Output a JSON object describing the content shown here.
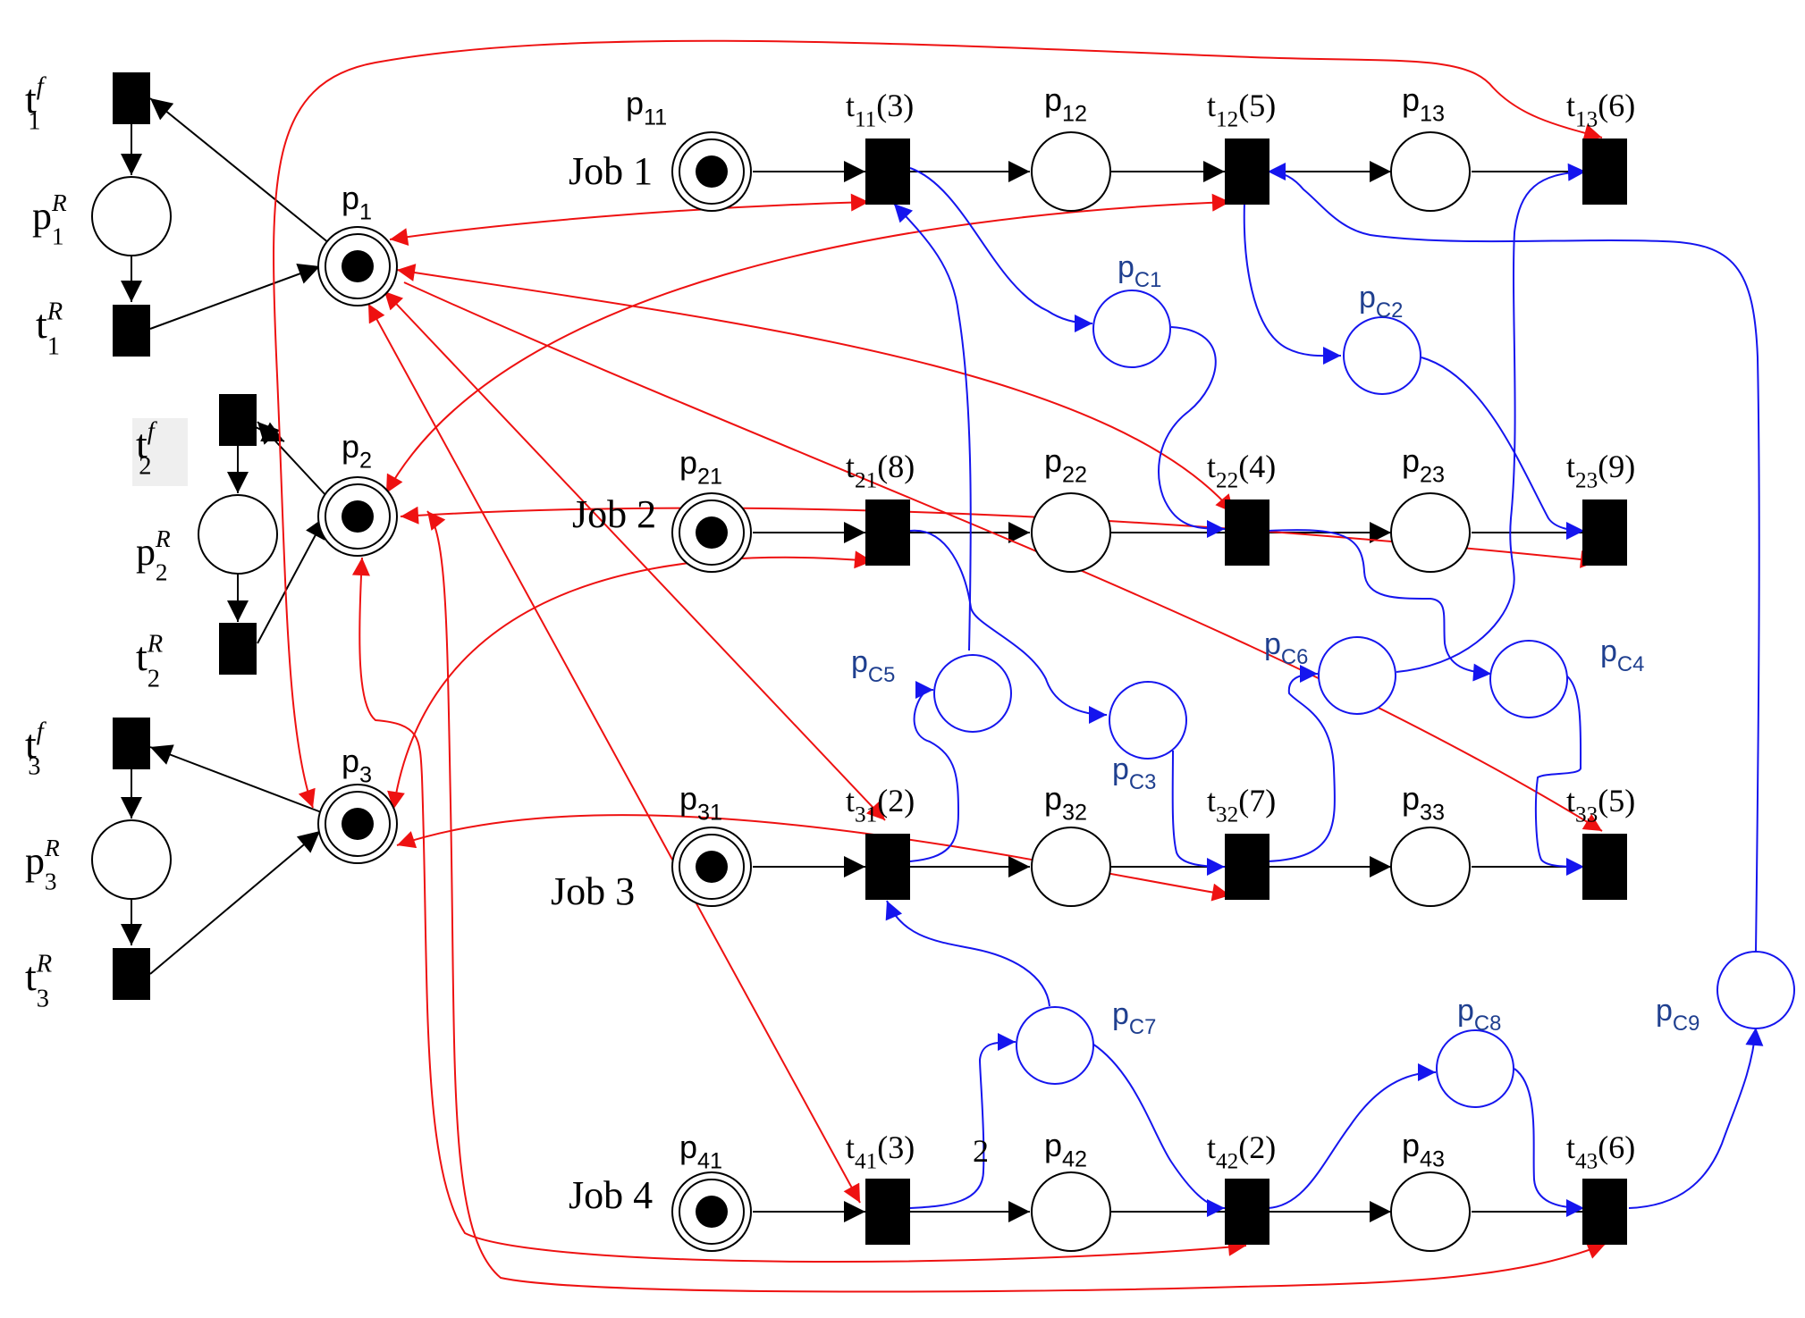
{
  "diagram": {
    "places": {
      "p11": {
        "base": "p",
        "sub": "11"
      },
      "p12": {
        "base": "p",
        "sub": "12"
      },
      "p13": {
        "base": "p",
        "sub": "13"
      },
      "p21": {
        "base": "p",
        "sub": "21"
      },
      "p22": {
        "base": "p",
        "sub": "22"
      },
      "p23": {
        "base": "p",
        "sub": "23"
      },
      "p31": {
        "base": "p",
        "sub": "31"
      },
      "p32": {
        "base": "p",
        "sub": "32"
      },
      "p33": {
        "base": "p",
        "sub": "33"
      },
      "p41": {
        "base": "p",
        "sub": "41"
      },
      "p42": {
        "base": "p",
        "sub": "42"
      },
      "p43": {
        "base": "p",
        "sub": "43"
      },
      "p1": {
        "base": "p",
        "sub": "1"
      },
      "p2": {
        "base": "p",
        "sub": "2"
      },
      "p3": {
        "base": "p",
        "sub": "3"
      },
      "pC1": {
        "base": "p",
        "sub": "C1"
      },
      "pC2": {
        "base": "p",
        "sub": "C2"
      },
      "pC3": {
        "base": "p",
        "sub": "C3"
      },
      "pC4": {
        "base": "p",
        "sub": "C4"
      },
      "pC5": {
        "base": "p",
        "sub": "C5"
      },
      "pC6": {
        "base": "p",
        "sub": "C6"
      },
      "pC7": {
        "base": "p",
        "sub": "C7"
      },
      "pC8": {
        "base": "p",
        "sub": "C8"
      },
      "pC9": {
        "base": "p",
        "sub": "C9"
      },
      "p1R": {
        "base": "p",
        "sub": "1",
        "sup": "R"
      },
      "p2R": {
        "base": "p",
        "sub": "2",
        "sup": "R"
      },
      "p3R": {
        "base": "p",
        "sub": "3",
        "sup": "R"
      }
    },
    "transitions": {
      "t11": {
        "base": "t",
        "sub": "11",
        "time": "(3)"
      },
      "t12": {
        "base": "t",
        "sub": "12",
        "time": "(5)"
      },
      "t13": {
        "base": "t",
        "sub": "13",
        "time": "(6)"
      },
      "t21": {
        "base": "t",
        "sub": "21",
        "time": "(8)"
      },
      "t22": {
        "base": "t",
        "sub": "22",
        "time": "(4)"
      },
      "t23": {
        "base": "t",
        "sub": "23",
        "time": "(9)"
      },
      "t31": {
        "base": "t",
        "sub": "31",
        "time": "(2)"
      },
      "t32": {
        "base": "t",
        "sub": "32",
        "time": "(7)"
      },
      "t33": {
        "base": "t",
        "sub": "33",
        "time": "(5)"
      },
      "t41": {
        "base": "t",
        "sub": "41",
        "time": "(3)"
      },
      "t42": {
        "base": "t",
        "sub": "42",
        "time": "(2)"
      },
      "t43": {
        "base": "t",
        "sub": "43",
        "time": "(6)"
      },
      "t1f": {
        "base": "t",
        "sub": "1",
        "sup": "f"
      },
      "t1R": {
        "base": "t",
        "sub": "1",
        "sup": "R"
      },
      "t2f": {
        "base": "t",
        "sub": "2",
        "sup": "f"
      },
      "t2R": {
        "base": "t",
        "sub": "2",
        "sup": "R"
      },
      "t3f": {
        "base": "t",
        "sub": "3",
        "sup": "f"
      },
      "t3R": {
        "base": "t",
        "sub": "3",
        "sup": "R"
      }
    },
    "jobs": [
      "Job 1",
      "Job 2",
      "Job 3",
      "Job 4"
    ],
    "arc_weight": "2",
    "colors": {
      "job_arcs": "#000000",
      "resource_arcs": "#ee1111",
      "control_arcs": "#1515ee",
      "control_labels": "#1f3f8f",
      "token": "#000000"
    }
  }
}
